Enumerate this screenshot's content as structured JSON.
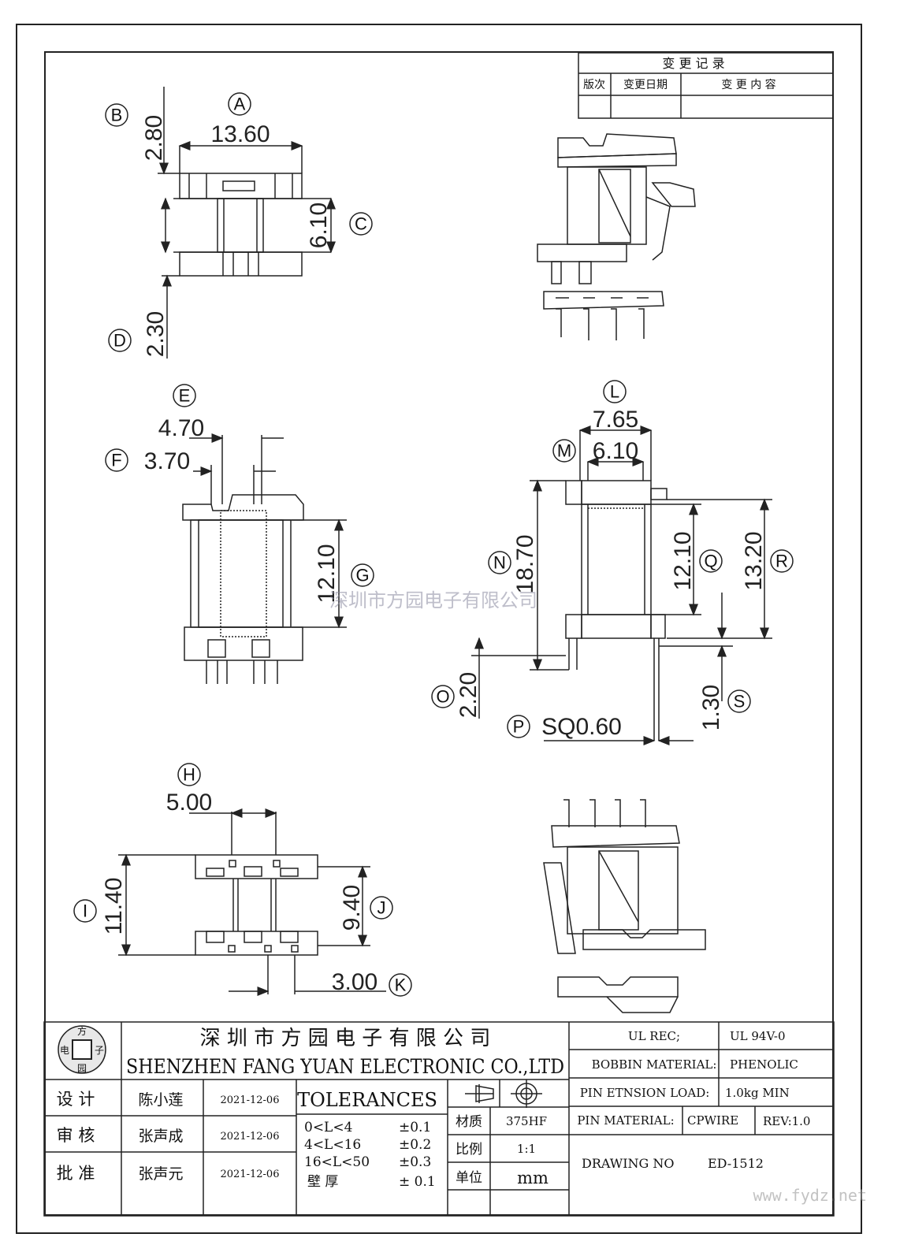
{
  "change_record": {
    "title": "变 更 记 录",
    "col_version": "版次",
    "col_date": "变更日期",
    "col_content": "变 更 内 容"
  },
  "dims": {
    "A": "A",
    "B": "B",
    "C": "C",
    "D": "D",
    "E": "E",
    "F": "F",
    "G": "G",
    "H": "H",
    "I": "I",
    "J": "J",
    "K": "K",
    "L": "L",
    "M": "M",
    "N": "N",
    "O": "O",
    "P": "P",
    "Q": "Q",
    "R": "R",
    "S": "S",
    "v_A": "13.60",
    "v_B": "2.80",
    "v_C": "6.10",
    "v_D": "2.30",
    "v_E": "4.70",
    "v_F": "3.70",
    "v_G": "12.10",
    "v_H": "5.00",
    "v_I": "11.40",
    "v_J": "9.40",
    "v_K": "3.00",
    "v_L": "7.65",
    "v_M": "6.10",
    "v_N": "18.70",
    "v_O": "2.20",
    "v_P": "SQ0.60",
    "v_Q": "12.10",
    "v_R": "13.20",
    "v_S": "1.30"
  },
  "watermark": {
    "center": "深圳市方园电子有限公司",
    "corner": "www.fydz.net"
  },
  "title_block": {
    "logo_top": "方",
    "logo_left": "电",
    "logo_right": "子",
    "logo_bottom": "园",
    "company_cn": "深 圳 市 方 园 电 子 有 限 公 司",
    "company_en": "SHENZHEN FANG YUAN ELECTRONIC CO.,LTD",
    "rows": [
      {
        "role": "设  计",
        "name": "陈小莲",
        "date": "2021-12-06"
      },
      {
        "role": "审  核",
        "name": "张声成",
        "date": "2021-12-06"
      },
      {
        "role": "批  准",
        "name": "张声元",
        "date": "2021-12-06"
      }
    ],
    "tolerances_title": "TOLERANCES",
    "tolerances": [
      {
        "range": "0<L<4",
        "tol": "±0.1"
      },
      {
        "range": "4<L<16",
        "tol": "±0.2"
      },
      {
        "range": "16<L<50",
        "tol": "±0.3"
      },
      {
        "range": "壁    厚",
        "tol": "±  0.1"
      }
    ],
    "material_label": "材质",
    "material_value": "375HF",
    "scale_label": "比例",
    "scale_value": "1:1",
    "unit_label": "单位",
    "unit_value": "mm",
    "ul_rec_label": "UL REC;",
    "ul_rec_value": "UL  94V-0",
    "bobbin_label": "BOBBIN MATERIAL:",
    "bobbin_value": "PHENOLIC",
    "pin_load_label": "PIN ETNSION LOAD:",
    "pin_load_value": "1.0kg MIN",
    "pin_material_label": "PIN MATERIAL:",
    "pin_material_value": "CPWIRE",
    "rev": "REV:1.0",
    "drawing_no_label": "DRAWING NO",
    "drawing_no_value": "ED-1512"
  }
}
